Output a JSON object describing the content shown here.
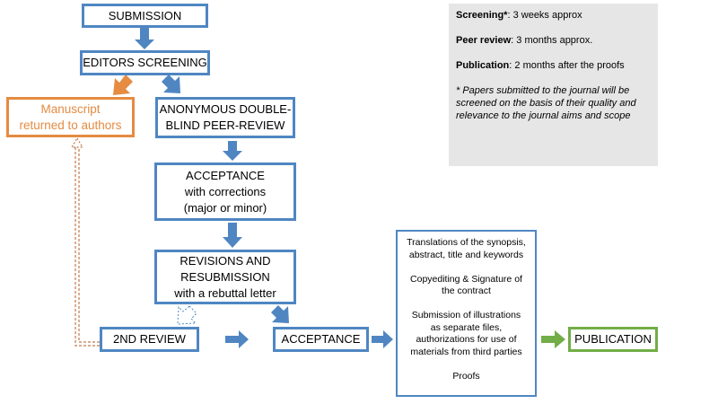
{
  "nodes": {
    "submission": "SUBMISSION",
    "editors_screening": "EDITORS SCREENING",
    "manuscript_returned": [
      "Manuscript",
      "returned to authors"
    ],
    "peer_review": [
      "ANONYMOUS DOUBLE-",
      "BLIND PEER-REVIEW"
    ],
    "acceptance_corrections": [
      "ACCEPTANCE",
      "with corrections",
      "(major or minor)"
    ],
    "revisions": [
      "REVISIONS AND",
      "RESUBMISSION",
      "with a rebuttal letter"
    ],
    "second_review": "2ND REVIEW",
    "acceptance": "ACCEPTANCE",
    "publication": "PUBLICATION",
    "final_steps": [
      [
        "Translations of the synopsis,",
        "abstract, title and keywords"
      ],
      [
        "Copyediting & Signature of",
        "the contract"
      ],
      [
        "Submission of illustrations",
        "as separate files,",
        "authorizations for use of",
        "materials from third parties"
      ],
      [
        "Proofs"
      ]
    ]
  },
  "info": {
    "screening_label": "Screening*",
    "screening_value": ": 3 weeks approx",
    "peer_review_label": "Peer review",
    "peer_review_value": ": 3 months approx.",
    "publication_label": "Publication",
    "publication_value": ":  2 months after the proofs",
    "note": "* Papers submitted to the journal will be screened on the basis of their quality and relevance to the journal aims and scope"
  },
  "colors": {
    "blue": "#4f86c2",
    "orange": "#e58b42",
    "green": "#72ad47",
    "panel": "#e7e6e6"
  }
}
